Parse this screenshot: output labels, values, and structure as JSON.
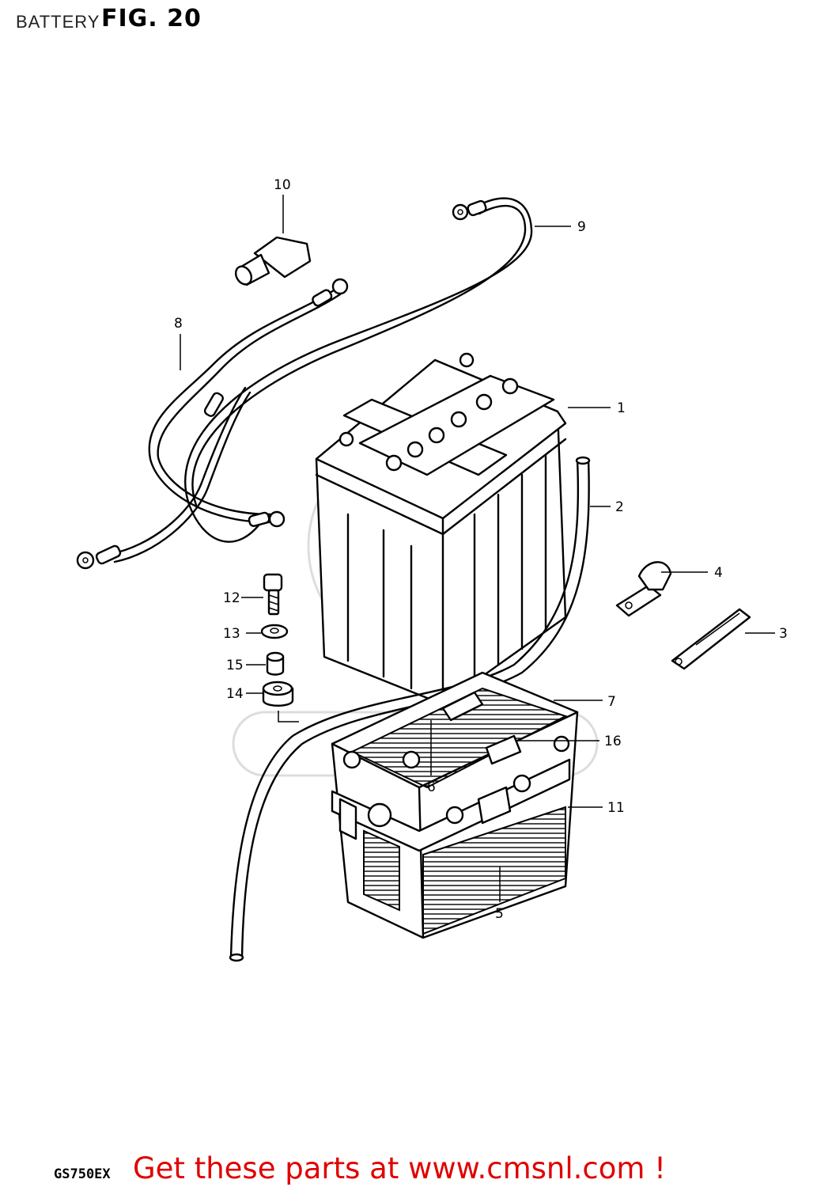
{
  "header": {
    "title": "BATTERY",
    "figure": "FIG. 20"
  },
  "footer": {
    "model": "GS750EX",
    "promo": "Get these parts at www.cmsnl.com !"
  },
  "callouts": [
    "1",
    "2",
    "3",
    "4",
    "5",
    "6",
    "7",
    "8",
    "9",
    "10",
    "11",
    "12",
    "13",
    "14",
    "15",
    "16"
  ],
  "parts": [
    {
      "number": "1",
      "name": "battery-icon"
    },
    {
      "number": "2",
      "name": "breather-hose-icon"
    },
    {
      "number": "3",
      "name": "band-icon"
    },
    {
      "number": "4",
      "name": "clamp-icon"
    },
    {
      "number": "5",
      "name": "battery-case-pad-icon"
    },
    {
      "number": "6",
      "name": "cushion-icon"
    },
    {
      "number": "7",
      "name": "cushion-icon"
    },
    {
      "number": "8",
      "name": "cable-icon"
    },
    {
      "number": "9",
      "name": "cable-icon"
    },
    {
      "number": "10",
      "name": "terminal-cap-icon"
    },
    {
      "number": "11",
      "name": "battery-holder-icon"
    },
    {
      "number": "12",
      "name": "bolt-icon"
    },
    {
      "number": "13",
      "name": "washer-icon"
    },
    {
      "number": "14",
      "name": "cushion-icon"
    },
    {
      "number": "15",
      "name": "spacer-icon"
    },
    {
      "number": "16",
      "name": "cushion-icon"
    }
  ]
}
